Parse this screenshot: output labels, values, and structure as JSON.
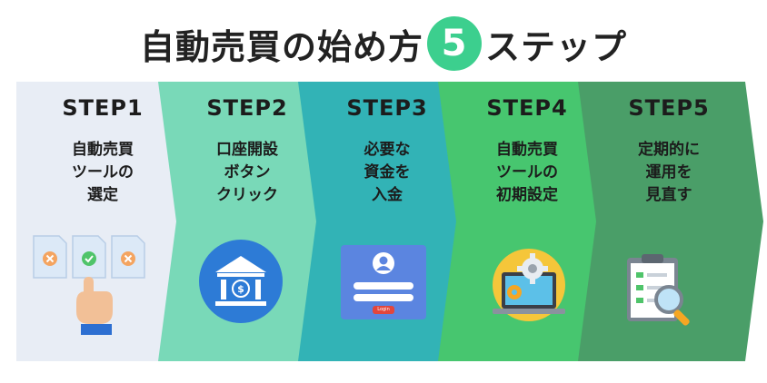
{
  "header": {
    "title_before": "自動売買の始め方",
    "title_number": "5",
    "title_after": "ステップ"
  },
  "steps": [
    {
      "label": "STEP1",
      "description": "自動売買\nツールの\n選定",
      "color": "#e8edf5",
      "icon": "document-selection-icon"
    },
    {
      "label": "STEP2",
      "description": "口座開設\nボタン\nクリック",
      "color": "#79d9b8",
      "icon": "bank-icon"
    },
    {
      "label": "STEP3",
      "description": "必要な\n資金を\n入金",
      "color": "#32b3b6",
      "icon": "login-form-icon"
    },
    {
      "label": "STEP4",
      "description": "自動売買\nツールの\n初期設定",
      "color": "#47c66f",
      "icon": "laptop-gear-icon"
    },
    {
      "label": "STEP5",
      "description": "定期的に\n運用を\n見直す",
      "color": "#4a9e68",
      "icon": "clipboard-search-icon"
    }
  ],
  "login_button_label": "Login",
  "colors": {
    "accent": "#3ccf8e",
    "bank_blue": "#2d7bd6",
    "login_panel": "#5b85e0",
    "laptop_yellow": "#f5c63a"
  }
}
